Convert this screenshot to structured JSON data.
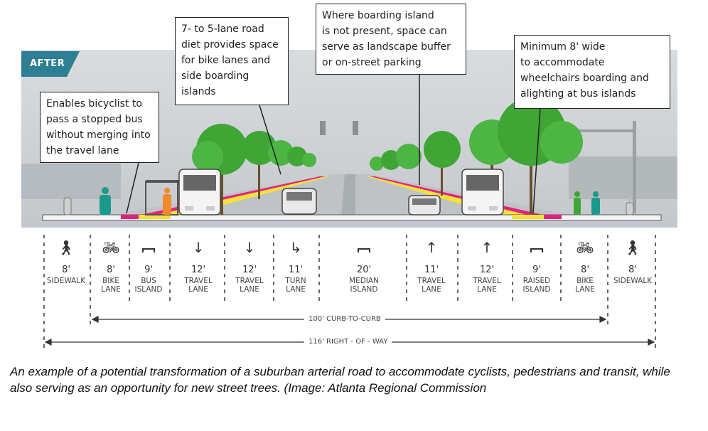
{
  "after_label": "AFTER",
  "callouts": {
    "bicyclist": "Enables bicyclist to\npass a stopped bus\nwithout merging into\nthe travel lane",
    "road_diet": "7- to 5-lane road\ndiet provides space\nfor bike lanes and\nside boarding\nislands",
    "boarding_island": "Where boarding island\nis not present, space can\nserve as landscape buffer\nor on-street parking",
    "wheelchair": "Minimum 8' wide\nto accommodate\nwheelchairs boarding and\nalighting at bus islands"
  },
  "lanes": [
    {
      "icon": "pedestrian-icon",
      "width": "8'",
      "name": "SIDEWALK"
    },
    {
      "icon": "bicycle-icon",
      "width": "8'",
      "name": "BIKE LANE"
    },
    {
      "icon": "island-icon",
      "width": "9'",
      "name": "BUS ISLAND"
    },
    {
      "icon": "arrow-down-icon",
      "width": "12'",
      "name": "TRAVEL LANE"
    },
    {
      "icon": "arrow-down-icon",
      "width": "12'",
      "name": "TRAVEL LANE"
    },
    {
      "icon": "turn-arrow-icon",
      "width": "11'",
      "name": "TURN LANE"
    },
    {
      "icon": "island-icon",
      "width": "20'",
      "name": "MEDIAN ISLAND"
    },
    {
      "icon": "arrow-up-icon",
      "width": "11'",
      "name": "TRAVEL LANE"
    },
    {
      "icon": "arrow-up-icon",
      "width": "12'",
      "name": "TRAVEL LANE"
    },
    {
      "icon": "island-icon",
      "width": "9'",
      "name": "RAISED ISLAND"
    },
    {
      "icon": "bicycle-icon",
      "width": "8'",
      "name": "BIKE LANE"
    },
    {
      "icon": "pedestrian-icon",
      "width": "8'",
      "name": "SIDEWALK"
    }
  ],
  "dimensions": {
    "curb_to_curb": "100' CURB-TO-CURB",
    "right_of_way": "116' RIGHT - OF - WAY"
  },
  "caption": "An example of a potential transformation of a suburban arterial road to accommodate cyclists, pedestrians and transit, while also serving as an opportunity for new street trees. (Image: Atlanta Regional Commission",
  "colors": {
    "tag": "#2f7f94",
    "bike_lane": "#e6217b",
    "island": "#f2e33a",
    "tree": "#3fa535",
    "person": "#1a9a8a"
  }
}
